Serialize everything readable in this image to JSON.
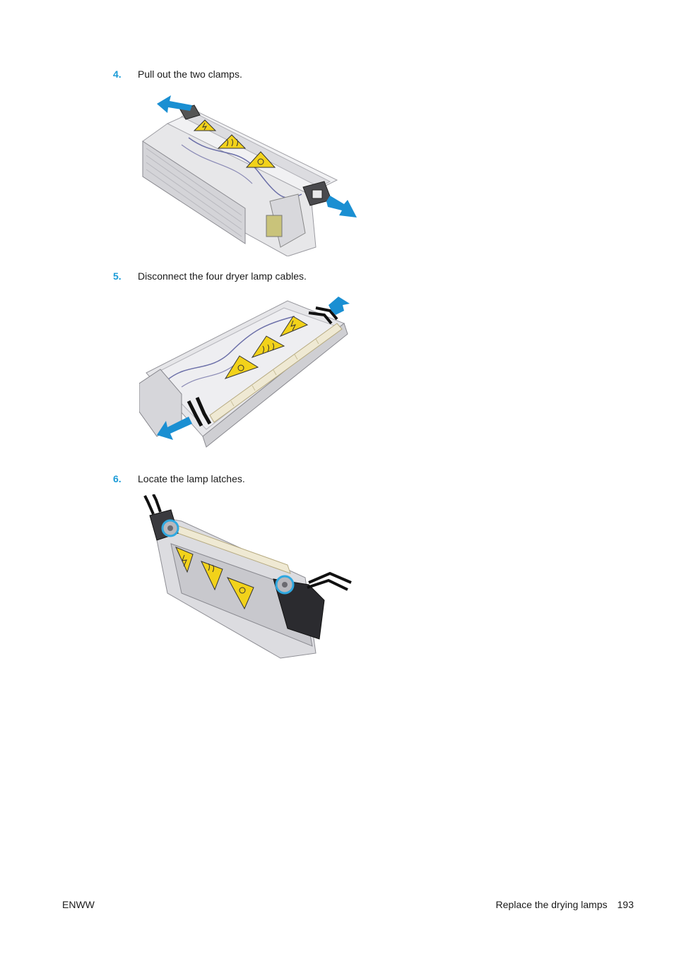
{
  "steps": [
    {
      "number": "4.",
      "text": "Pull out the two clamps."
    },
    {
      "number": "5.",
      "text": "Disconnect the four dryer lamp cables."
    },
    {
      "number": "6.",
      "text": "Locate the lamp latches."
    }
  ],
  "footer": {
    "left": "ENWW",
    "section": "Replace the drying lamps",
    "page_number": "193"
  },
  "colors": {
    "step_number": "#1a9bd7",
    "arrow": "#1a8fd2",
    "warning_label": "#f2d21a",
    "highlight_circle": "#2fa8e0"
  }
}
